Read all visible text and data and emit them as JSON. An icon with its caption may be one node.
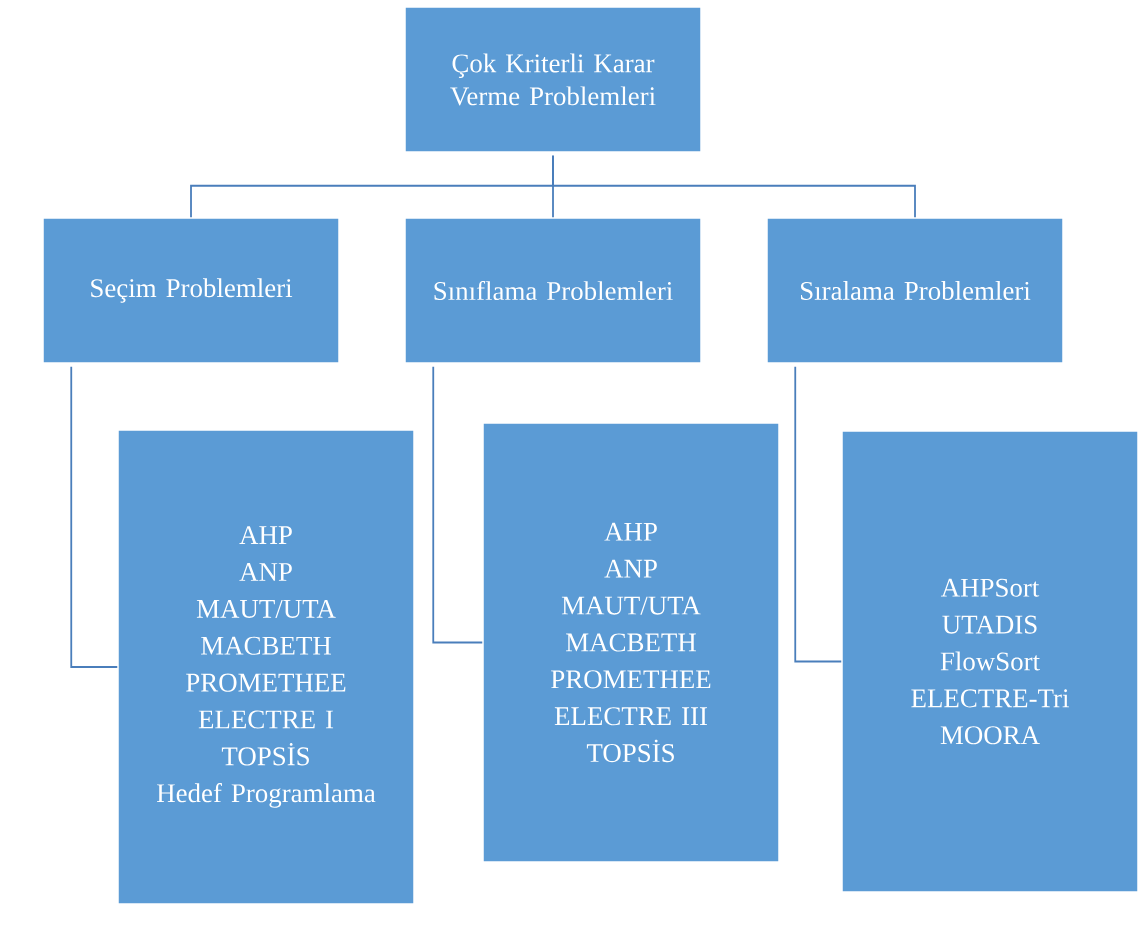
{
  "diagram": {
    "nodes": [
      {
        "text": [
          "Çok Kriterli Karar Verme Problemleri"
        ]
      },
      {
        "text": [
          "Seçim Problemleri"
        ]
      },
      {
        "text": [
          "Sınıflama Problemleri"
        ]
      },
      {
        "text": [
          "Sıralama Problemleri"
        ]
      },
      {
        "text": [
          "AHP",
          "ANP",
          "MAUT/UTA",
          "MACBETH",
          "PROMETHEE",
          "ELECTRE I",
          "TOPSİS",
          "Hedef Programlama"
        ]
      },
      {
        "text": [
          "AHP",
          "ANP",
          "MAUT/UTA",
          "MACBETH",
          "PROMETHEE",
          "ELECTRE III",
          "TOPSİS"
        ]
      },
      {
        "text": [
          "AHPSort",
          "UTADIS",
          "FlowSort",
          "ELECTRE-Tri",
          "MOORA"
        ]
      }
    ],
    "edges": [
      {
        "from": 0,
        "to": 1,
        "arrow": "none"
      },
      {
        "from": 0,
        "to": 2,
        "arrow": "none"
      },
      {
        "from": 0,
        "to": 3,
        "arrow": "none"
      },
      {
        "from": 1,
        "to": 4,
        "arrow": "none"
      },
      {
        "from": 2,
        "to": 5,
        "arrow": "none"
      },
      {
        "from": 3,
        "to": 6,
        "arrow": "none"
      }
    ]
  }
}
